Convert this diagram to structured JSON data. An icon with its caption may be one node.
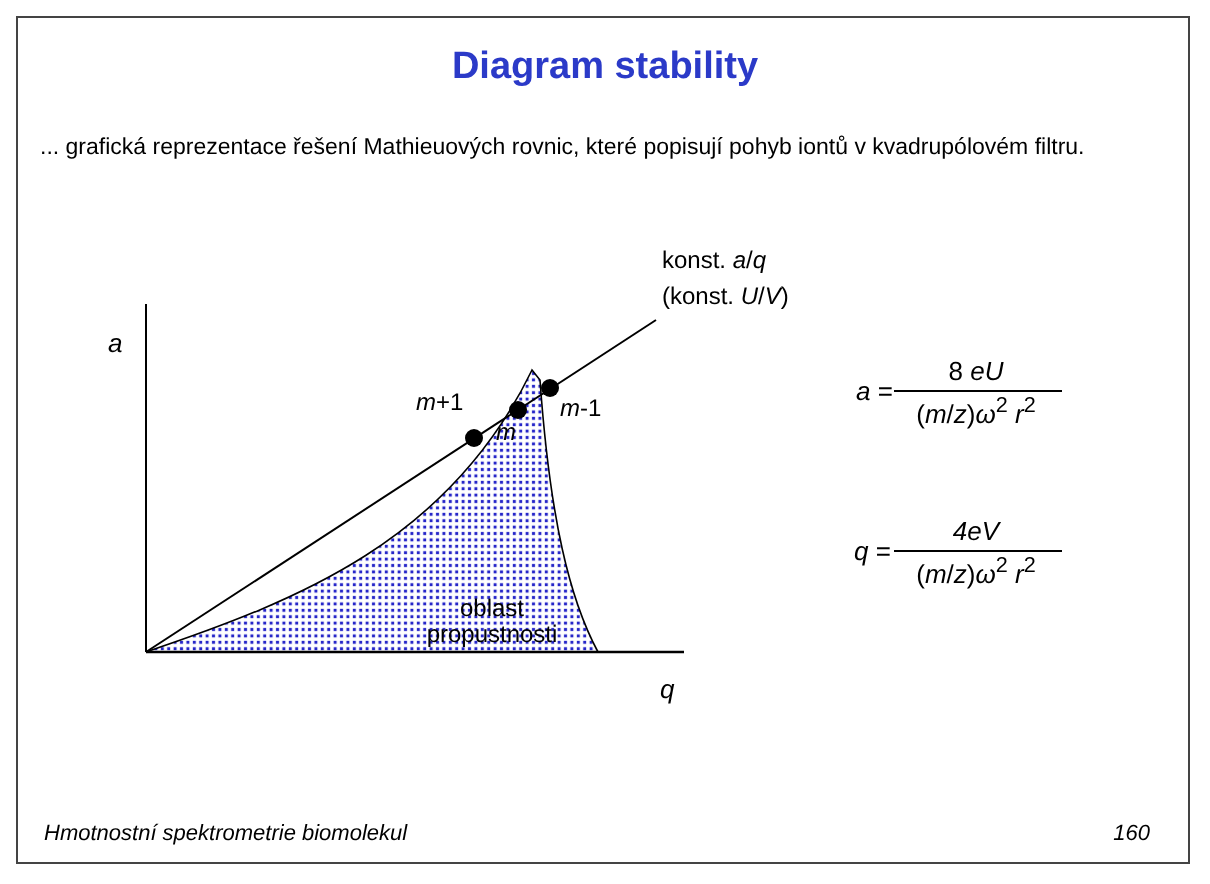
{
  "diagram": {
    "title": "Diagram stability",
    "caption": "... grafická reprezentace řešení Mathieuových rovnic, které popisují pohyb iontů v kvadrupólovém filtru.",
    "labels": [
      "konst. *a*/*q*",
      "(konst. *U*/*V*)",
      "*a*",
      "*m*+1",
      "*m*",
      "*m*-1",
      "oblast propustnosti",
      "*q*",
      "*a* =",
      "8 *eU*",
      "(*m*/*z*)*ω*$^{2}$ *r*$^{2}$",
      "*q* =",
      "4eV",
      "(*m*/*z*)*ω*$^{2}$ *r*$^{2}$",
      "Hmotnostní spektrometrie biomolekul",
      "160"
    ]
  }
}
